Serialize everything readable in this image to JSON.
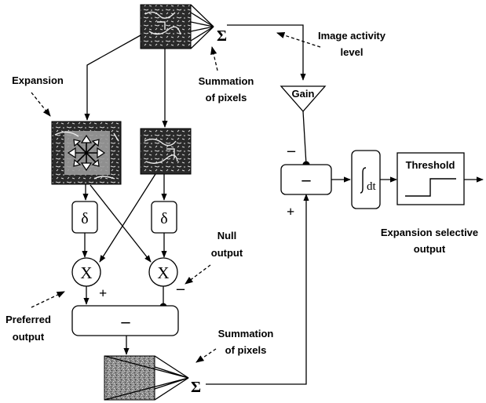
{
  "labels": {
    "image_activity_line1": "Image activity",
    "image_activity_line2": "level",
    "summation_top_line1": "Summation",
    "summation_top_line2": "of pixels",
    "expansion": "Expansion",
    "gain": "Gain",
    "threshold": "Threshold",
    "integrator": "dt",
    "expansion_selective_line1": "Expansion selective",
    "expansion_selective_line2": "output",
    "null_output_line1": "Null",
    "null_output_line2": "output",
    "preferred_output_line1": "Preferred",
    "preferred_output_line2": "output",
    "summation_bottom_line1": "Summation",
    "summation_bottom_line2": "of pixels",
    "delta": "δ",
    "multiply": "X",
    "minus": "–",
    "plus": "+",
    "sigma": "Σ"
  },
  "colors": {
    "stroke": "#000000",
    "image_dark": "#2a2a2a",
    "image_light": "#d8d8d8",
    "expansion_overlay": "#9a9a9a",
    "noise_base": "#8c8c8c"
  }
}
